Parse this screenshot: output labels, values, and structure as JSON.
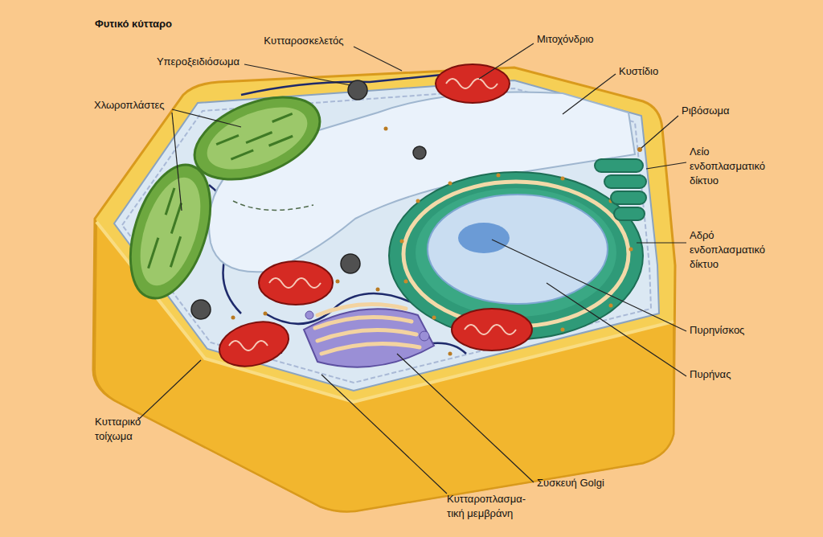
{
  "diagram": {
    "title": "Φυτικό κύτταρο",
    "labels": [
      "Κυτταροσκελετός",
      "Μιτοχόνδριο",
      "Υπεροξειδιόσωμα",
      "Κυστίδιο",
      "Χλωροπλάστες",
      "Ριβόσωμα",
      "Λείο ενδοπλασματικό δίκτυο",
      "Αδρό ενδοπλασματικό δίκτυο",
      "Πυρηνίσκος",
      "Πυρήνας",
      "Κυτταρικό τοίχωμα",
      "Συσκευή Golgi",
      "Κυτταροπλασμα- τική μεμβράνη"
    ]
  }
}
